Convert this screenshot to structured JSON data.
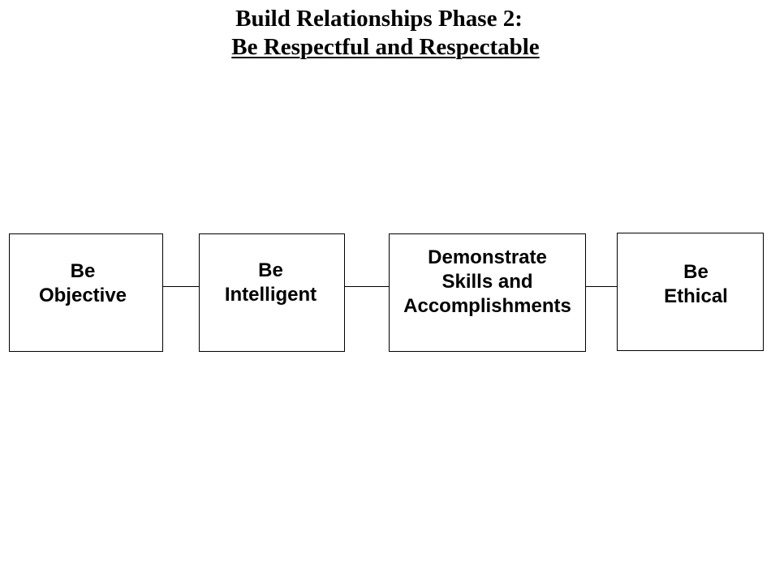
{
  "title": {
    "line1": "Build Relationships Phase 2:",
    "line2": "Be Respectful and Respectable"
  },
  "boxes": [
    {
      "text": "Be\nObjective"
    },
    {
      "text": "Be\nIntelligent"
    },
    {
      "text": "Demonstrate\nSkills and\nAccomplishments"
    },
    {
      "text": "Be\nEthical"
    }
  ]
}
